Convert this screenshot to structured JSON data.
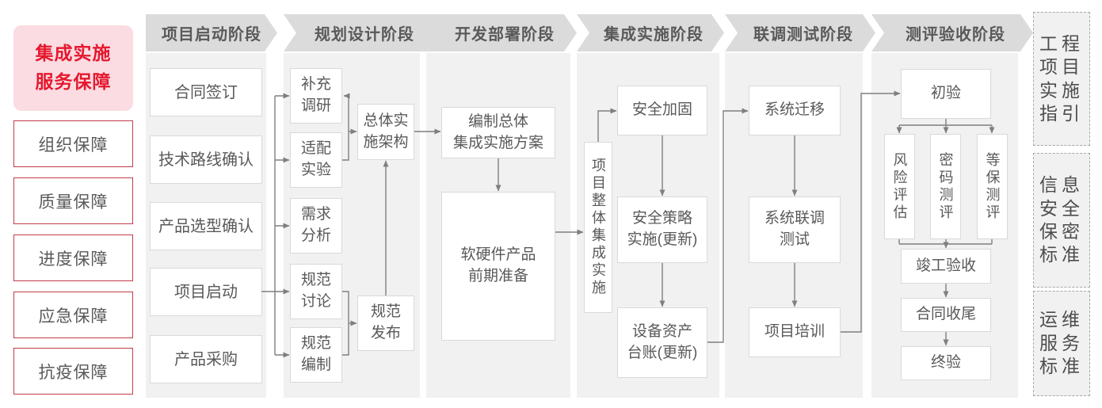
{
  "colors": {
    "accent_red": "#e5182e",
    "pink_bg": "#fadce2",
    "side_border": "#c23b4a",
    "header_bg": "#dbdbdb",
    "panel_bg": "#f1f1f1",
    "box_border": "#d9d9d9",
    "text_gray": "#595959",
    "line_gray": "#7f7f7f"
  },
  "sidebar_left": {
    "title": "集成实施\n服务保障",
    "items": [
      "组织保障",
      "质量保障",
      "进度保障",
      "应急保障",
      "抗疫保障"
    ]
  },
  "phases": [
    {
      "header": "项目启动阶段",
      "boxes": [
        "合同签订",
        "技术路线确认",
        "产品选型确认",
        "项目启动",
        "产品采购"
      ]
    },
    {
      "header": "规划设计阶段",
      "boxes": [
        "补充\n调研",
        "适配\n实验",
        "需求\n分析",
        "规范\n讨论",
        "规范\n编制",
        "总体实\n施架构",
        "规范\n发布"
      ]
    },
    {
      "header": "开发部署阶段",
      "boxes": [
        "编制总体\n集成实施方案",
        "软硬件产品\n前期准备"
      ]
    },
    {
      "header": "集成实施阶段",
      "boxes": [
        "项目整体集成实施",
        "安全加固",
        "安全策略\n实施(更新)",
        "设备资产\n台账(更新)"
      ]
    },
    {
      "header": "联调测试阶段",
      "boxes": [
        "系统迁移",
        "系统联调\n测试",
        "项目培训"
      ]
    },
    {
      "header": "测评验收阶段",
      "boxes": [
        "初验",
        "风险评估",
        "密码测评",
        "等保测评",
        "竣工验收",
        "合同收尾",
        "终验"
      ]
    }
  ],
  "sidebar_right": {
    "items": [
      "工程\n项目\n实施\n指引",
      "信息\n安全\n保密\n标准",
      "运维\n服务\n标准"
    ]
  }
}
